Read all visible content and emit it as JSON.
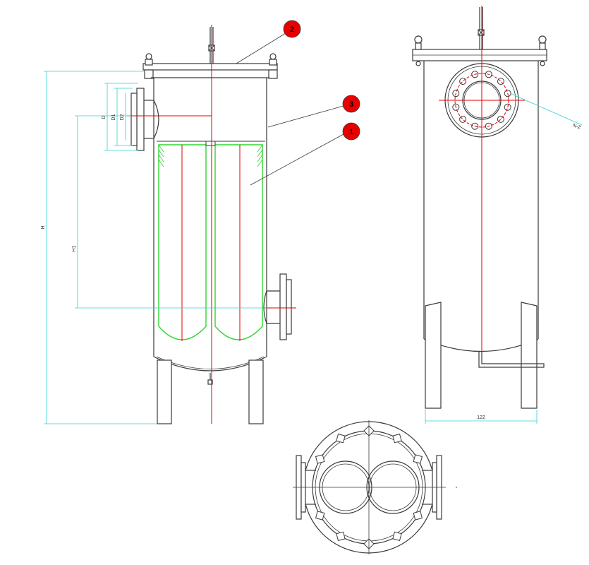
{
  "callouts": [
    {
      "id": "callout-1",
      "label": "1"
    },
    {
      "id": "callout-2",
      "label": "2"
    },
    {
      "id": "callout-3",
      "label": "3"
    }
  ],
  "dimensions": {
    "height_total": "H",
    "height_inlet": "H1",
    "flange_outer": "D",
    "flange_bolt": "D1",
    "flange_face": "D2",
    "leg_span": "122",
    "bolt_holes": "N-Z"
  },
  "colors": {
    "outline": "#3a3a3a",
    "centerline": "#e00000",
    "filter_bag": "#2fd62f",
    "dimension": "#30d0d0",
    "callout_fill": "#e80000"
  }
}
